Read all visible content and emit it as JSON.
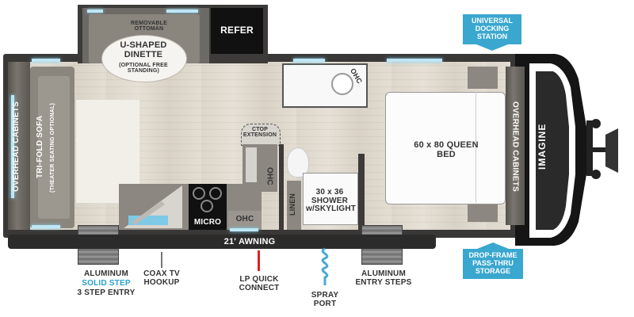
{
  "labels": {
    "removable_ottoman": "REMOVABLE OTTOMAN",
    "dinette": "U-SHAPED DINETTE",
    "dinette_note": "(OPTIONAL FREE STANDING)",
    "refer": "REFER",
    "ohc_top": "OHC",
    "ctop_extension": "CTOP EXTENSION",
    "ohc_mid": "OHC",
    "ohc_bottom": "OHC",
    "micro": "MICRO",
    "linen": "LINEN",
    "shower": "30 x 36 SHOWER w/SKYLIGHT",
    "bed": "60 x 80 QUEEN BED",
    "overhead_left": "OVERHEAD CABINETS",
    "sofa": "TRI-FOLD SOFA",
    "sofa_note": "(THEATER SEATING OPTIONAL)",
    "overhead_right": "OVERHEAD CABINETS",
    "brand": "IMAGINE",
    "awning": "21' AWNING"
  },
  "callouts": {
    "universal_docking": "UNIVERSAL DOCKING STATION",
    "drop_frame": "DROP-FRAME PASS-THRU STORAGE",
    "aluminum": "ALUMINUM",
    "solid_step": "SOLID STEP",
    "three_step": "3 STEP ENTRY",
    "coax": "COAX TV HOOKUP",
    "lp": "LP QUICK CONNECT",
    "spray": "SPRAY PORT",
    "entry_steps": "ALUMINUM ENTRY STEPS"
  },
  "colors": {
    "accent_blue": "#3aa7cf",
    "awning_red": "#e0201b"
  }
}
